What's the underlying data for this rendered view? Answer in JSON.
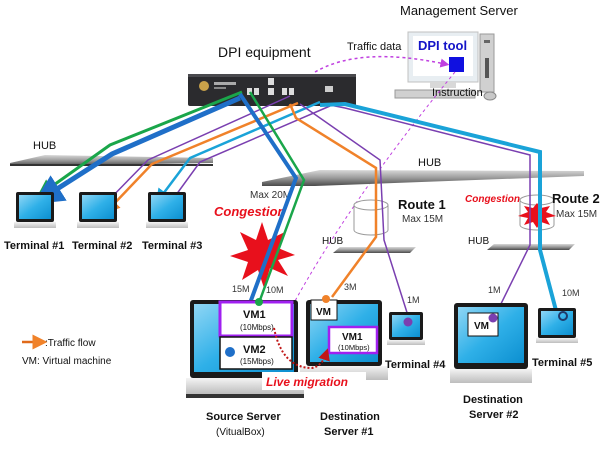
{
  "title": {
    "dpi_equipment": "DPI equipment",
    "management_server": "Management Server"
  },
  "management": {
    "tool_label": "DPI tool",
    "traffic_data_label": "Traffic data",
    "instruction_label": "Instruction"
  },
  "hubs": {
    "left": "HUB",
    "main": "HUB",
    "route1_hub": "HUB",
    "route2_hub": "HUB"
  },
  "routes": [
    {
      "name": "Route 1",
      "capacity": "Max 15M"
    },
    {
      "name": "Route 2",
      "capacity": "Max 15M",
      "status": "Congestion"
    }
  ],
  "source_link": {
    "capacity": "Max 20M",
    "status": "Congestion"
  },
  "terminals": [
    {
      "label": "Terminal #1"
    },
    {
      "label": "Terminal #2"
    },
    {
      "label": "Terminal #3"
    },
    {
      "label": "Terminal #4",
      "rate": "1M"
    },
    {
      "label": "Terminal #5",
      "rate": "10M"
    }
  ],
  "servers": {
    "source": {
      "label": "Source Server",
      "sublabel": "(VitualBox)",
      "vms": [
        {
          "name": "VM1",
          "rate": "(10Mbps)",
          "flow": "10M"
        },
        {
          "name": "VM2",
          "rate": "(15Mbps)",
          "flow": "15M"
        }
      ]
    },
    "dest1": {
      "label_line1": "Destination",
      "label_line2": "Server #1",
      "vm": {
        "name": "VM",
        "flow": "3M"
      },
      "migrated_vm": {
        "name": "VM1",
        "rate": "(10Mbps)"
      }
    },
    "dest2": {
      "label_line1": "Destination",
      "label_line2": "Server #2",
      "vm": {
        "name": "VM",
        "flow": "1M"
      }
    }
  },
  "migration_label": "Live migration",
  "legend": {
    "traffic_flow": ":Traffic flow",
    "vm_definition": "VM: Virtual machine"
  },
  "colors": {
    "green": "#1aa64a",
    "blue": "#1f6fc8",
    "cyan": "#1aa3d8",
    "orange": "#f0822a",
    "purple": "#7a3fb0",
    "magenta": "#c040e0",
    "congestion": "#e8101c",
    "migration": "#c01818",
    "vm_border": "#a020f0"
  }
}
